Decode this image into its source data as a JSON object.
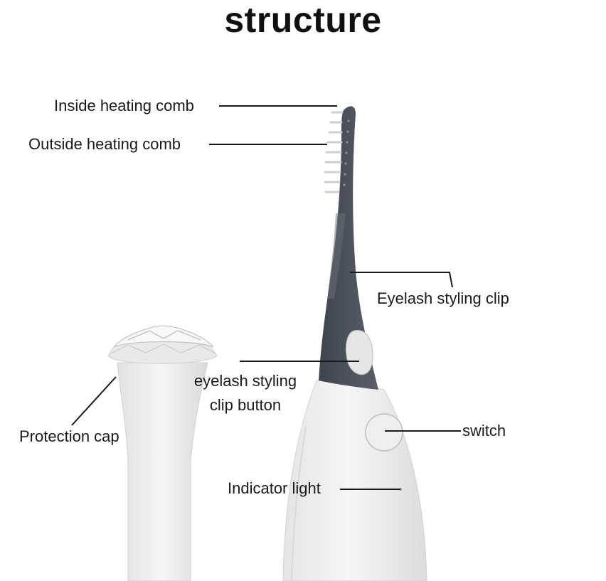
{
  "title": "structure",
  "labels": {
    "inside_heating_comb": "Inside heating comb",
    "outside_heating_comb": "Outside heating comb",
    "eyelash_styling_clip": "Eyelash styling clip",
    "eyelash_styling_clip_button_line1": "eyelash styling",
    "eyelash_styling_clip_button_line2": "clip button",
    "protection_cap": "Protection cap",
    "switch": "switch",
    "indicator_light": "Indicator light"
  },
  "colors": {
    "body_white": "#f1f1f1",
    "comb_dark": "#4a505a",
    "leader_line": "#1a1a1a",
    "title": "#111111"
  }
}
